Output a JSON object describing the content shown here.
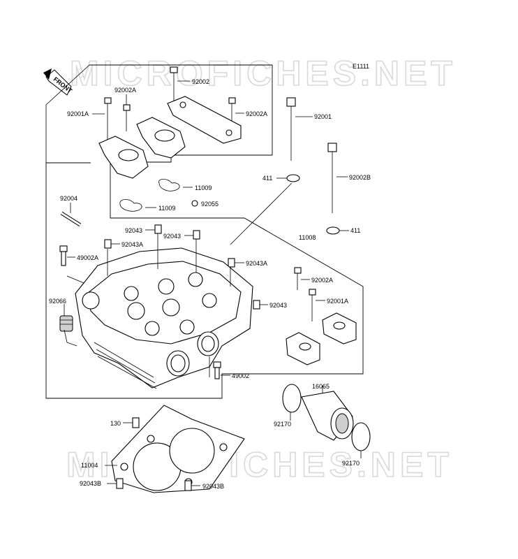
{
  "watermark": "MICROFICHES.NET",
  "diagram_code": "E1111",
  "front_label": "FRONT",
  "labels": {
    "p92002": "92002",
    "p92002A_top": "92002A",
    "p92001A_top": "92001A",
    "p92002A_right": "92002A",
    "p92001": "92001",
    "p411_upper": "411",
    "p92002B": "92002B",
    "p11009_upper": "11009",
    "p11009_lower": "11009",
    "p92055": "92055",
    "p92004": "92004",
    "p411_lower": "411",
    "p92043_a": "92043",
    "p92043_b": "92043",
    "p92043A_left": "92043A",
    "p11008": "11008",
    "p49002A": "49002A",
    "p92043A_right": "92043A",
    "p92002A_lower": "92002A",
    "p92001A_lower": "92001A",
    "p92066": "92066",
    "p92043_c": "92043",
    "p49002": "49002",
    "p16065": "16065",
    "p92170_left": "92170",
    "p130": "130",
    "p92170_right": "92170",
    "p11004": "11004",
    "p92043B_left": "92043B",
    "p92043B_right": "92043B"
  }
}
